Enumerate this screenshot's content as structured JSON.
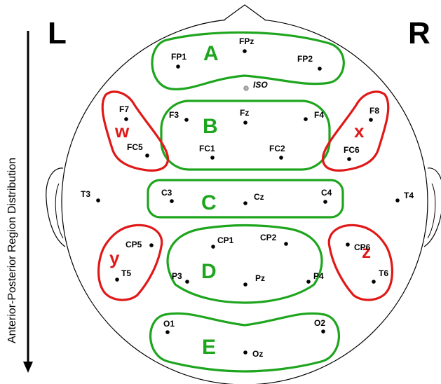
{
  "labels": {
    "left": "L",
    "right": "R",
    "axis": "Anterior-Posterior Region Distribution"
  },
  "regions": [
    {
      "id": "A",
      "label": "A",
      "group": "midline"
    },
    {
      "id": "B",
      "label": "B",
      "group": "midline"
    },
    {
      "id": "C",
      "label": "C",
      "group": "midline"
    },
    {
      "id": "D",
      "label": "D",
      "group": "midline"
    },
    {
      "id": "E",
      "label": "E",
      "group": "midline"
    },
    {
      "id": "w",
      "label": "w",
      "group": "lateral"
    },
    {
      "id": "x",
      "label": "x",
      "group": "lateral"
    },
    {
      "id": "y",
      "label": "y",
      "group": "lateral"
    },
    {
      "id": "z",
      "label": "z",
      "group": "lateral"
    }
  ],
  "electrodes": {
    "FPz": "FPz",
    "FP1": "FP1",
    "FP2": "FP2",
    "ISO": "ISO",
    "F7": "F7",
    "F3": "F3",
    "Fz": "Fz",
    "F4": "F4",
    "F8": "F8",
    "FC5": "FC5",
    "FC1": "FC1",
    "FC2": "FC2",
    "FC6": "FC6",
    "T3": "T3",
    "C3": "C3",
    "Cz": "Cz",
    "C4": "C4",
    "T4": "T4",
    "CP5": "CP5",
    "CP1": "CP1",
    "CP2": "CP2",
    "CP6": "CP6",
    "T5": "T5",
    "P3": "P3",
    "Pz": "Pz",
    "P4": "P4",
    "T6": "T6",
    "O1": "O1",
    "Oz": "Oz",
    "O2": "O2"
  },
  "colors": {
    "midline_region": "#1ea51e",
    "lateral_region": "#e01818",
    "electrode": "#000000",
    "reference_electrode": "#b0b0b0"
  }
}
